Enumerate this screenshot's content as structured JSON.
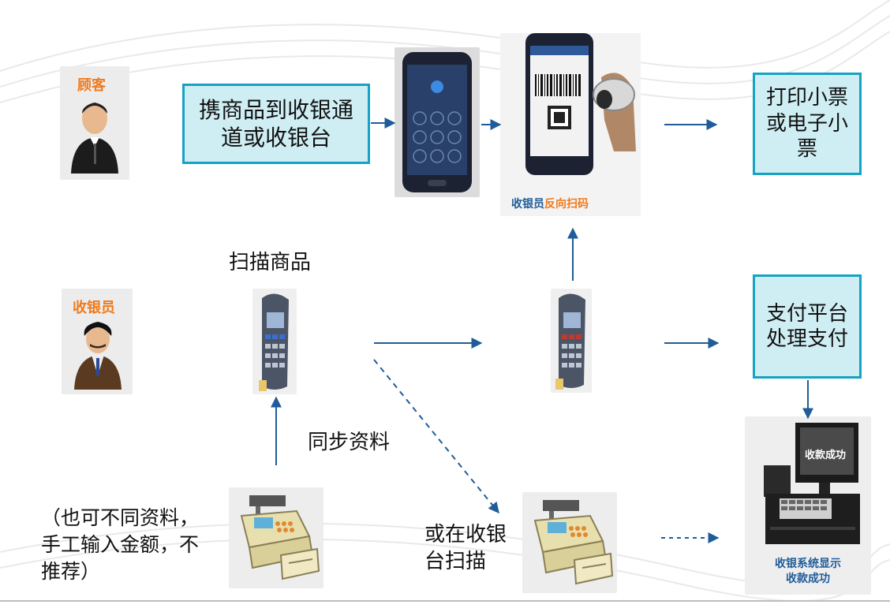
{
  "roles": {
    "customer": "顾客",
    "cashier": "收银员"
  },
  "boxes": {
    "bring_goods": "携商品到收银通道或收银台",
    "print_receipt": "打印小票或电子小票",
    "payment_platform": "支付平台处理支付"
  },
  "labels": {
    "scan_goods": "扫描商品",
    "sync_data": "同步资料",
    "or_scan_at_register": "或在收银\n台扫描",
    "manual_note": "（也可不同资料，\n手工输入金额，不\n推荐）"
  },
  "captions": {
    "reverse_scan_prefix": "收银员",
    "reverse_scan_highlight": "反向扫码",
    "success_screen": "收款成功",
    "success_caption_line1": "收银系统显示",
    "success_caption_line2": "收款成功"
  },
  "colors": {
    "box_fill": "#cfeef3",
    "box_border": "#17a2c4",
    "arrow": "#1f5c99",
    "highlight": "#f07a1a"
  }
}
